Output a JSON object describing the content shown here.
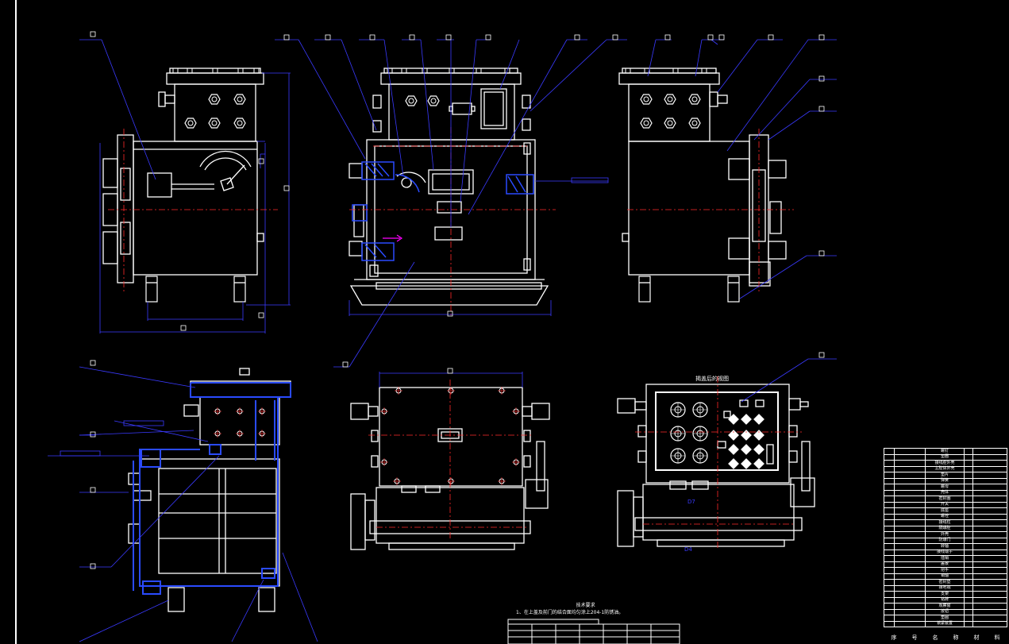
{
  "drawing": {
    "section_view_title": "揭盖后的视图",
    "notes_title": "技术要求",
    "notes_line1": "1、在上盖及前门的结合面均匀涂上204-1防锈油。",
    "dim_labels": {
      "d1": "□",
      "d2": "□",
      "d3": "□",
      "d4": "□",
      "d5": "D4",
      "d6": "D7"
    },
    "callout_marker": "□",
    "bom_footer": [
      "序",
      "号",
      "名",
      "称",
      "材",
      "料"
    ],
    "bom_rows": [
      "螺钉",
      "垫圈",
      "接线腔外壳",
      "主腔体外壳",
      "垫片",
      "弹簧",
      "螺母",
      "壳体",
      "密封圈",
      "开关",
      "底座",
      "螺栓",
      "接线柱",
      "隔爆腔",
      "外壳",
      "防爆门",
      "转轴",
      "接线端子",
      "插销",
      "盖板",
      "把手",
      "销轴",
      "密封垫",
      "接地端",
      "支架",
      "铭牌",
      "观察窗",
      "按钮",
      "垫圈",
      "锁紧装置"
    ]
  },
  "colors": {
    "line": "#ffffff",
    "dimension": "#3a3aff",
    "center": "#ff2a2a",
    "hatch": "#2a4bff",
    "accent": "#ff00ff"
  }
}
